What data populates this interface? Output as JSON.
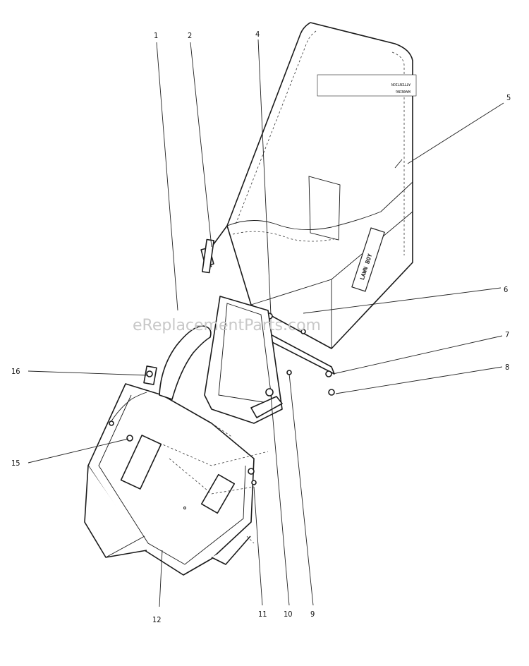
{
  "watermark": "eReplacementParts.com",
  "callouts": [
    {
      "id": "1",
      "text": "1"
    },
    {
      "id": "2",
      "text": "2"
    },
    {
      "id": "4",
      "text": "4"
    },
    {
      "id": "5",
      "text": "5"
    },
    {
      "id": "6",
      "text": "6"
    },
    {
      "id": "7",
      "text": "7"
    },
    {
      "id": "8",
      "text": "8"
    },
    {
      "id": "9",
      "text": "9"
    },
    {
      "id": "10",
      "text": "10"
    },
    {
      "id": "11",
      "text": "11"
    },
    {
      "id": "12",
      "text": "12"
    },
    {
      "id": "15",
      "text": "15"
    },
    {
      "id": "16",
      "text": "16"
    }
  ],
  "decal": {
    "warning": "WARNING",
    "attention": "ATTENTION",
    "brand": "LAWN BOY"
  },
  "colors": {
    "ink": "#1a1a1a",
    "paper": "#ffffff",
    "watermark": "#c8c8c8"
  }
}
